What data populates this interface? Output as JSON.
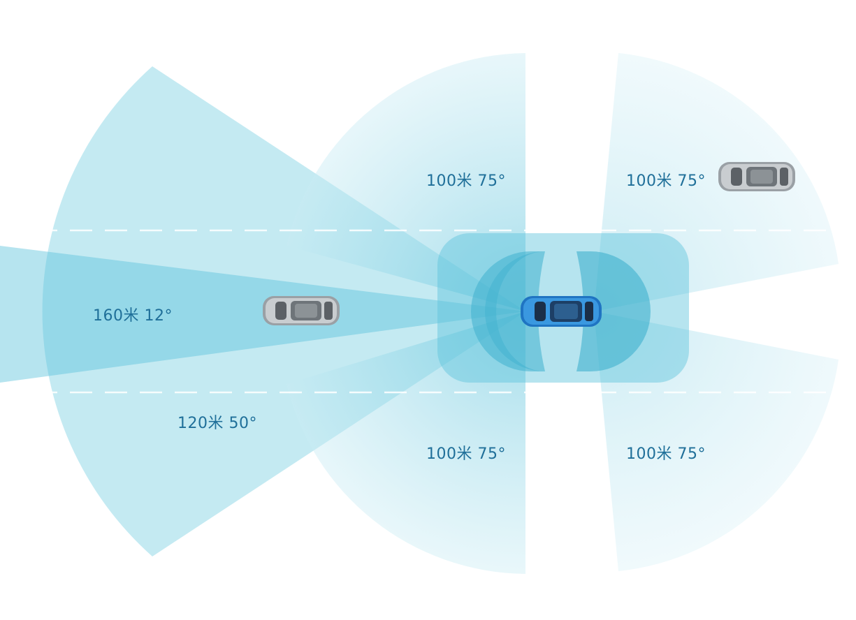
{
  "labels": {
    "front_right_upper": "100米 75°",
    "front_left_upper": "100米 75°",
    "long_range": "160米 12°",
    "mid_range": "120米 50°",
    "front_right_lower": "100米 75°",
    "front_left_lower": "100米 75°"
  },
  "colors": {
    "zone": "#5ec3dc",
    "zone_light": "#cfeef5",
    "label": "#1f6f99",
    "ego_car": "#2f8fd8",
    "other_car": "#8a8f94"
  },
  "icons": [
    "ego-car-icon",
    "other-car-icon"
  ]
}
